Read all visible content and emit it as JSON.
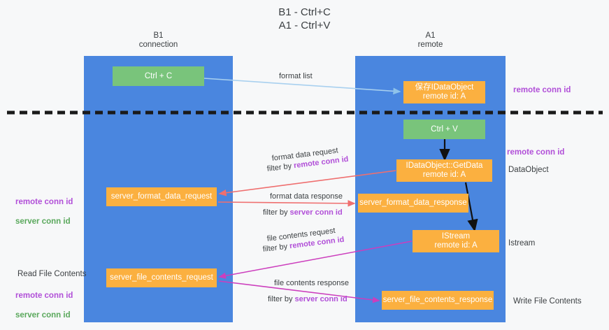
{
  "title": "B1 - Ctrl+C\nA1 - Ctrl+V",
  "lanes": [
    {
      "id": "b1",
      "header": "B1\nconnection",
      "color": "#4a86df"
    },
    {
      "id": "a1",
      "header": "A1\nremote",
      "color": "#4a86df"
    }
  ],
  "colors": {
    "lane": "#4a86df",
    "green_box": "#79c47b",
    "orange_box": "#fbb040",
    "purple_text": "#b14fd8",
    "green_text": "#5aa85c",
    "arrow_blue": "#a8d0ef",
    "arrow_red": "#ef6f6f",
    "arrow_magenta": "#cc3ebd",
    "arrow_black": "#000000",
    "divider": "#1a1a1a",
    "background": "#f7f8f9"
  },
  "nodes": [
    {
      "id": "ctrl-c",
      "label": "Ctrl + C",
      "style": "green",
      "lane": "b1"
    },
    {
      "id": "dataobject",
      "label": "保存IDataObject\nremote id: A",
      "style": "orange",
      "lane": "a1"
    },
    {
      "id": "ctrl-v",
      "label": "Ctrl + V",
      "style": "green",
      "lane": "a1"
    },
    {
      "id": "getdata",
      "label": "IDataObject::GetData\nremote id: A",
      "style": "orange",
      "lane": "a1"
    },
    {
      "id": "server-format-data-request",
      "label": "server_format_data_request",
      "style": "orange",
      "lane": "b1"
    },
    {
      "id": "server-format-data-response",
      "label": "server_format_data_response",
      "style": "orange",
      "lane": "a1"
    },
    {
      "id": "istream",
      "label": "IStream\nremote id: A",
      "style": "orange",
      "lane": "a1"
    },
    {
      "id": "server-file-contents-request",
      "label": "server_file_contents_request",
      "style": "orange",
      "lane": "b1"
    },
    {
      "id": "server-file-contents-response",
      "label": "server_file_contents_response",
      "style": "orange",
      "lane": "a1"
    }
  ],
  "edge_labels": {
    "format_list": "format list",
    "format_data_request": "format data request",
    "format_data_request_filter_prefix": "filter by ",
    "format_data_request_filter_key": "remote conn id",
    "format_data_response": "format data response",
    "format_data_response_filter_prefix": "filter by ",
    "format_data_response_filter_key": "server conn id",
    "file_contents_request": "file contents request",
    "file_contents_request_filter_prefix": "filter by ",
    "file_contents_request_filter_key": "remote conn id",
    "file_contents_response": "file contents response",
    "file_contents_response_filter_prefix": "filter by ",
    "file_contents_response_filter_key": "server conn id"
  },
  "side_labels": {
    "right_remote_conn_id_top": "remote conn id",
    "right_remote_conn_id_mid": "remote conn id",
    "right_dataobject": "DataObject",
    "right_istream": "Istream",
    "right_write_file_contents": "Write File Contents",
    "left_remote_conn_id": "remote conn id",
    "left_server_conn_id": "server conn id",
    "left_read_file_contents": "Read File Contents",
    "left_remote_conn_id_2": "remote conn id",
    "left_server_conn_id_2": "server conn id"
  }
}
